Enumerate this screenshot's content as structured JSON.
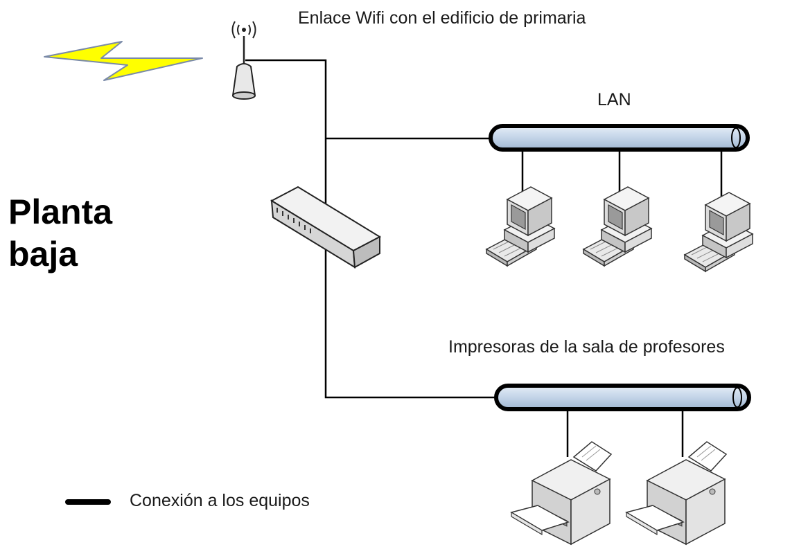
{
  "labels": {
    "wifi_link": "Enlace Wifi con el edificio de primaria",
    "lan": "LAN",
    "printers": "Impresoras de la sala de profesores",
    "title_line1": "Planta",
    "title_line2": "baja"
  },
  "legend": {
    "line_label": "Conexión a los equipos",
    "line_color": "#000000"
  },
  "colors": {
    "bus_fill": "#c8d8ea",
    "bus_outline": "#000000",
    "lightning": "#ffff00",
    "device_body": "#ececec",
    "device_shadow": "#bdbdbd"
  },
  "icons": [
    "lightning-icon",
    "wireless-antenna-icon",
    "network-switch-icon",
    "computer-icon",
    "printer-icon"
  ]
}
